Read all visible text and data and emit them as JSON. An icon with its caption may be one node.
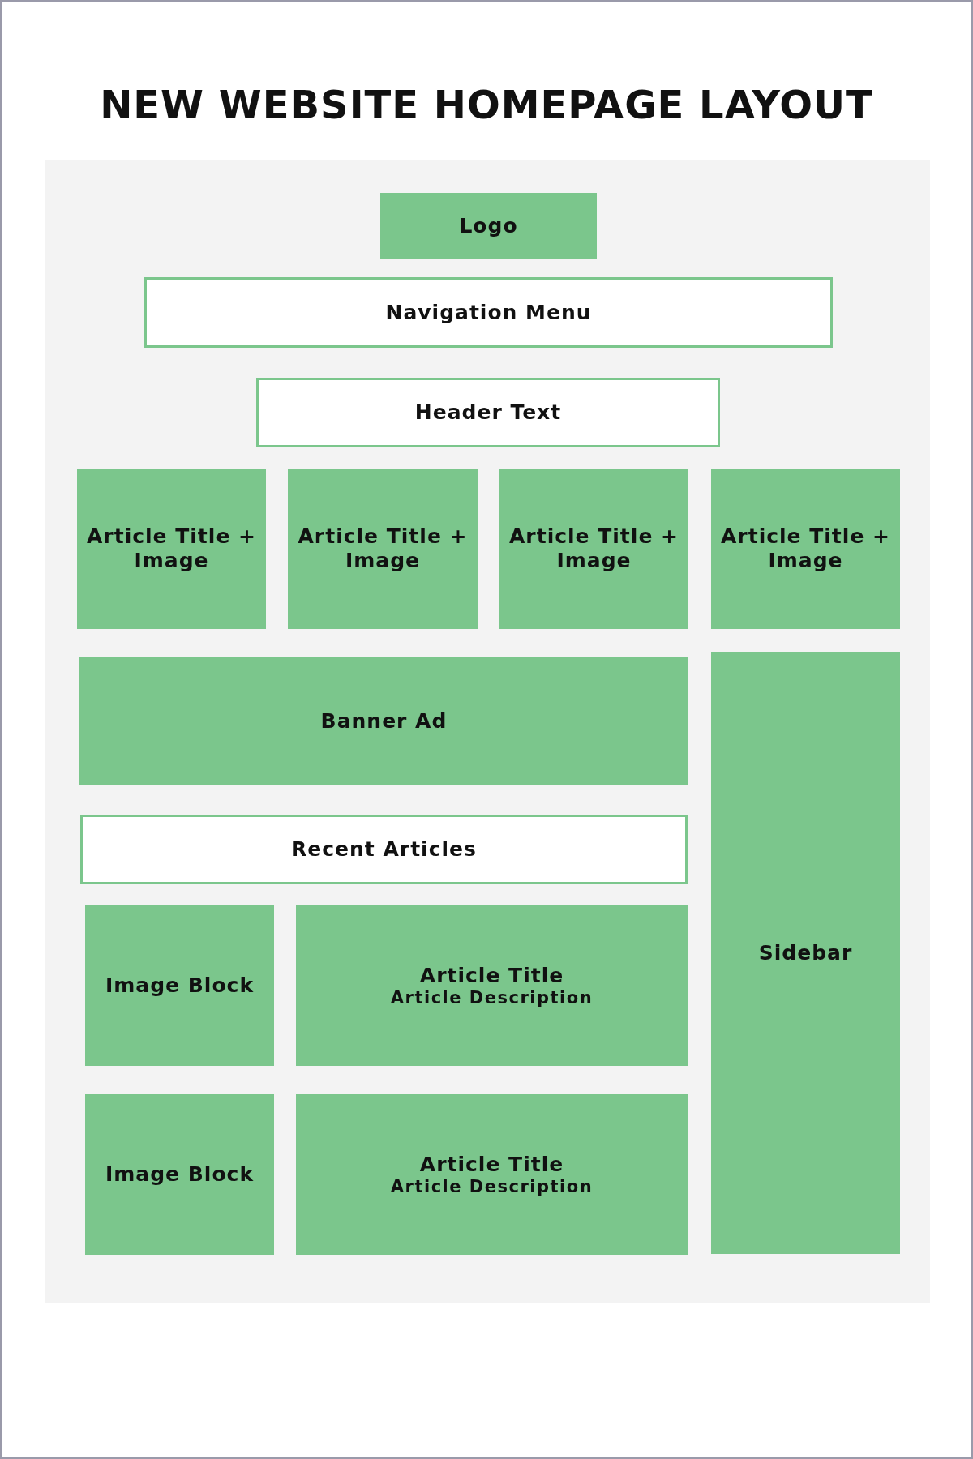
{
  "diagram": {
    "title": "NEW WEBSITE HOMEPAGE LAYOUT",
    "nodes": [
      {
        "text": [],
        "shape": "box"
      },
      {
        "text": [
          "Logo"
        ],
        "in": 0
      },
      {
        "text": [
          "Navigation Menu"
        ],
        "in": 0
      },
      {
        "text": [
          "Header Text"
        ],
        "in": 0
      },
      {
        "text": [
          "Article Title + Image"
        ],
        "in": 0
      },
      {
        "text": [
          "Article Title + Image"
        ],
        "in": 0
      },
      {
        "text": [
          "Article Title + Image"
        ],
        "in": 0
      },
      {
        "text": [
          "Article Title + Image"
        ],
        "in": 0
      },
      {
        "text": [
          "Banner Ad"
        ],
        "in": 0
      },
      {
        "text": [
          "Sidebar"
        ],
        "in": 0
      },
      {
        "text": [
          "Recent Articles"
        ],
        "in": 0
      },
      {
        "text": [
          "Image Block"
        ],
        "in": 0
      },
      {
        "text": [
          "Article Title",
          "Article Description"
        ],
        "in": 0
      },
      {
        "text": [
          "Image Block"
        ],
        "in": 0
      },
      {
        "text": [
          "Article Title",
          "Article Description"
        ],
        "in": 0
      }
    ],
    "edges": []
  }
}
